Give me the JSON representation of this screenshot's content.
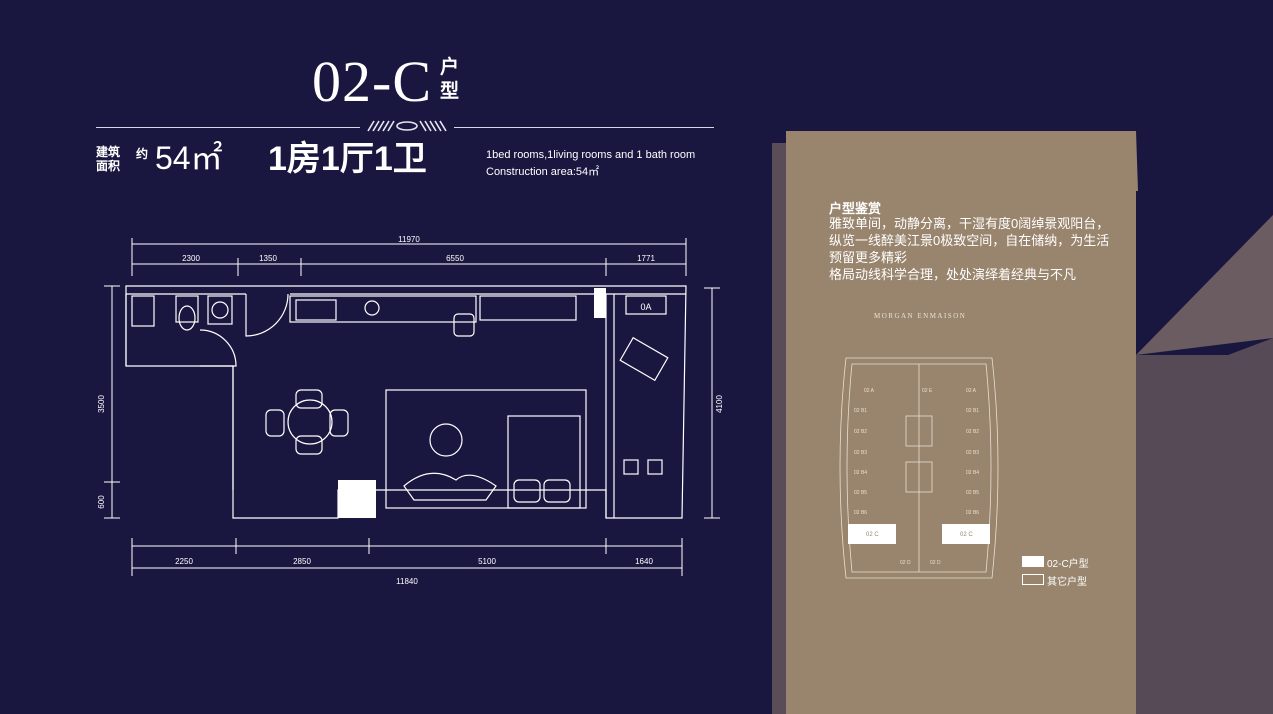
{
  "header": {
    "unit_code": "02-C",
    "unit_suffix_line1": "户",
    "unit_suffix_line2": "型"
  },
  "summary": {
    "area_label_line1": "建筑",
    "area_label_line2": "面积",
    "approx": "约",
    "area_value": "54㎡",
    "rooms_cn": "1房1厅1卫",
    "rooms_en": "1bed rooms,1living rooms and 1 bath room",
    "area_en": "Construction area:54㎡"
  },
  "floorplan": {
    "top_total": "11970",
    "top_dims": [
      "2300",
      "1350",
      "6550",
      "1771"
    ],
    "bottom_total": "11840",
    "bottom_dims": [
      "2250",
      "2850",
      "5100",
      "1640"
    ],
    "left_dims": [
      "3500",
      "600"
    ],
    "right_dim": "4100",
    "ac_label": "0A"
  },
  "panel": {
    "title": "户型鉴赏",
    "lines": [
      "雅致单间，动静分离，干湿有度0阔绰景观阳台，",
      "纵览一线醉美江景0极致空间，自在储纳，为生活",
      "预留更多精彩",
      "格局动线科学合理，处处演绎着经典与不凡"
    ],
    "brand": "MORGAN ENMAISON",
    "keyplan_units": [
      "02 A",
      "02 E",
      "02 A",
      "02 B1",
      "02 B1",
      "02 B2",
      "02 B2",
      "02 B3",
      "02 B3",
      "02 B4",
      "02 B4",
      "02 B5",
      "02 B5",
      "02 B6",
      "02 B6",
      "02 C",
      "02 C",
      "02 D",
      "02 D"
    ],
    "legend_current": "02-C户型",
    "legend_other": "其它户型"
  },
  "colors": {
    "background": "#19173f",
    "panel": "#99856e",
    "side_shade": "#5a4d58",
    "highlight": "#ffffff"
  }
}
